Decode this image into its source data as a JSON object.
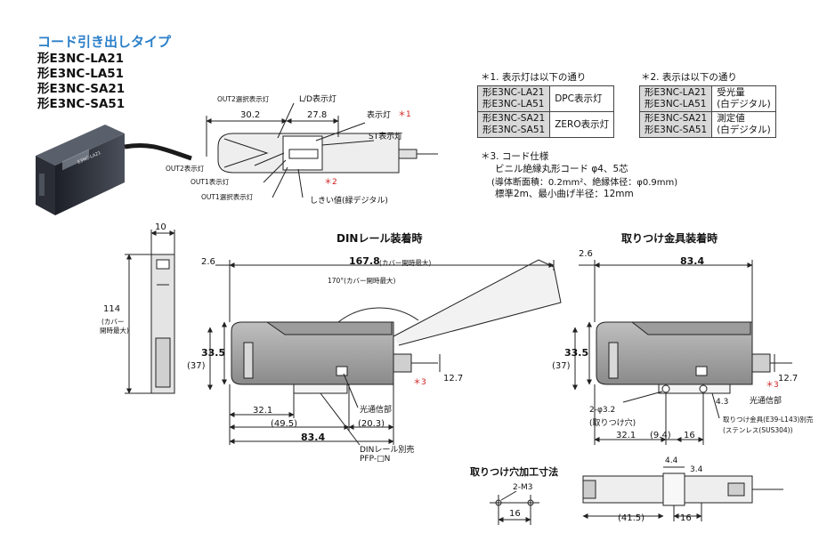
{
  "header": {
    "title": "コード引き出しタイプ",
    "models": [
      "形E3NC-LA21",
      "形E3NC-LA51",
      "形E3NC-SA21",
      "形E3NC-SA51"
    ]
  },
  "product_photo": {
    "face_text": "E3NC-LA21"
  },
  "notes": {
    "note1_title": "＊1. 表示灯は以下の通り",
    "note1_rows": [
      {
        "models": [
          "形E3NC-LA21",
          "形E3NC-LA51"
        ],
        "value": "DPC表示灯"
      },
      {
        "models": [
          "形E3NC-SA21",
          "形E3NC-SA51"
        ],
        "value": "ZERO表示灯"
      }
    ],
    "note2_title": "＊2. 表示は以下の通り",
    "note2_rows": [
      {
        "models": [
          "形E3NC-LA21",
          "形E3NC-LA51"
        ],
        "value1": "受光量",
        "value2": "(白デジタル)"
      },
      {
        "models": [
          "形E3NC-SA21",
          "形E3NC-SA51"
        ],
        "value1": "測定値",
        "value2": "(白デジタル)"
      }
    ],
    "note3_title": "＊3. コード仕様",
    "note3_lines": [
      "ビニル絶縁丸形コード φ4、5芯",
      "(導体断面積：0.2mm²、絶縁体径：φ0.9mm)",
      "標準2m、最小曲げ半径：12mm"
    ]
  },
  "top_view": {
    "out2_sel": "OUT2選択表示灯",
    "ld": "L/D表示灯",
    "dim_30_2": "30.2",
    "dim_27_8": "27.8",
    "indicator": "表示灯",
    "mark1": "＊1",
    "st": "ST表示灯",
    "out2": "OUT2表示灯",
    "out1": "OUT1表示灯",
    "out1_sel": "OUT1選択表示灯",
    "mark2": "＊2",
    "threshold": "しきい値(緑デジタル)"
  },
  "side_view": {
    "dim_10": "10",
    "dim_114": "114",
    "dim_114_note1": "(カバー",
    "dim_114_note2": "開時最大)"
  },
  "din_view": {
    "title": "DINレール装着時",
    "dim_2_6": "2.6",
    "dim_167_8": "167.8",
    "dim_167_8_note": "(カバー開時最大)",
    "dim_170": "170°(カバー開時最大)",
    "dim_33_5": "33.5",
    "dim_37": "(37)",
    "dim_12_7": "12.7",
    "mark3": "＊3",
    "light_rx": "光通信部",
    "dim_32_1": "32.1",
    "dim_49_5": "(49.5)",
    "dim_20_3": "(20.3)",
    "dim_83_4": "83.4",
    "rail1": "DINレール別売",
    "rail2": "PFP-□N"
  },
  "bracket_view": {
    "title": "取りつけ金具装着時",
    "dim_2_6": "2.6",
    "dim_83_4": "83.4",
    "dim_33_5": "33.5",
    "dim_37": "(37)",
    "dim_12_7": "12.7",
    "mark3": "＊3",
    "dim_4_3": "4.3",
    "light_rx": "光通信部",
    "holes1": "2-φ3.2",
    "holes2": "(取りつけ穴)",
    "bracket1": "取りつけ金具(E39-L143)別売",
    "bracket2": "(ステンレス(SUS304))",
    "dim_32_1": "32.1",
    "dim_9_4": "(9.4)",
    "dim_16": "16"
  },
  "hole_view": {
    "title": "取りつけ穴加工寸法",
    "m3": "2-M3",
    "dim_16": "16"
  },
  "bottom_view": {
    "dim_4_4": "4.4",
    "dim_3_4": "3.4",
    "dim_41_5": "(41.5)",
    "dim_16": "16"
  }
}
